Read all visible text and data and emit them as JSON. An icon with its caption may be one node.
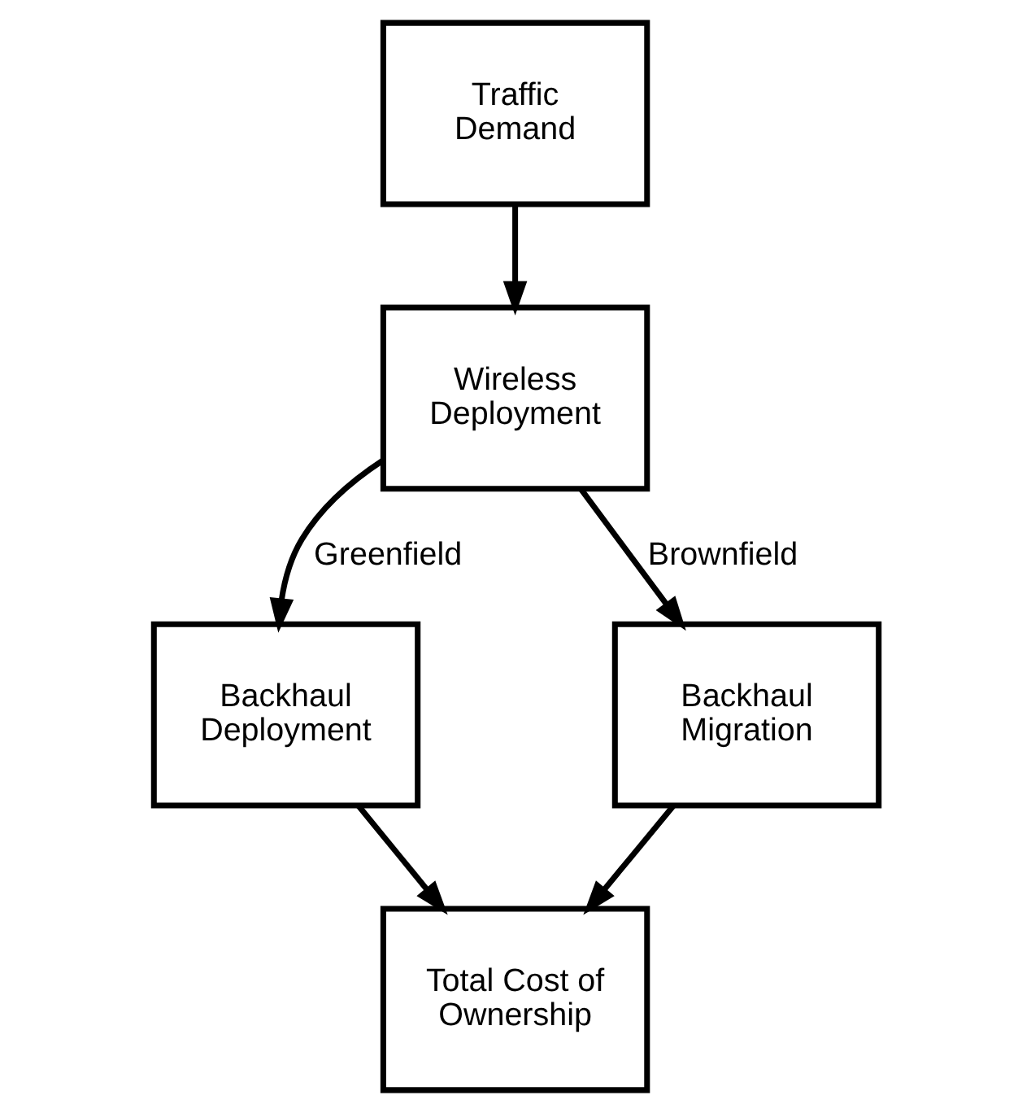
{
  "diagram": {
    "nodes": [
      {
        "text": [
          "Traffic Demand"
        ]
      },
      {
        "text": [
          "Wireless Deployment"
        ]
      },
      {
        "text": [
          "Backhaul Deployment"
        ]
      },
      {
        "text": [
          "Backhaul Migration"
        ]
      },
      {
        "text": [
          "Total Cost of Ownership"
        ]
      }
    ],
    "edges": [
      {
        "from": 0,
        "to": 1,
        "arrow": "to"
      },
      {
        "from": 1,
        "to": 2,
        "arrow": "to",
        "label": "Greenfield"
      },
      {
        "from": 1,
        "to": 3,
        "arrow": "to",
        "label": "Brownfield"
      },
      {
        "from": 2,
        "to": 4,
        "arrow": "to"
      },
      {
        "from": 3,
        "to": 4,
        "arrow": "to"
      }
    ]
  }
}
